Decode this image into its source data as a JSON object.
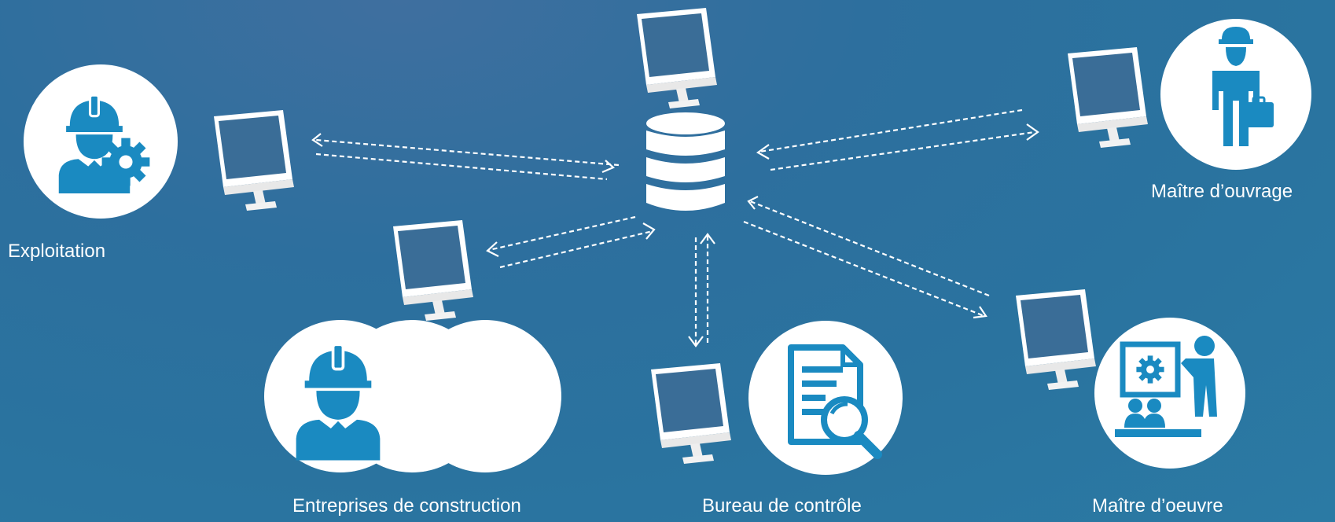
{
  "labels": {
    "exploitation": "Exploitation",
    "maitre_ouvrage": "Maître d’ouvrage",
    "entreprises": "Entreprises de construction",
    "bureau": "Bureau de contrôle",
    "maitre_oeuvre": "Maître d’oeuvre"
  },
  "colors": {
    "icon_blue": "#1a8ac1",
    "circle_fill": "#ffffff",
    "arrow": "#ffffff"
  },
  "icons": [
    "database-icon",
    "monitor-icon",
    "worker-gear-icon",
    "businessman-icon",
    "worker-icon",
    "document-search-icon",
    "presentation-icon"
  ]
}
